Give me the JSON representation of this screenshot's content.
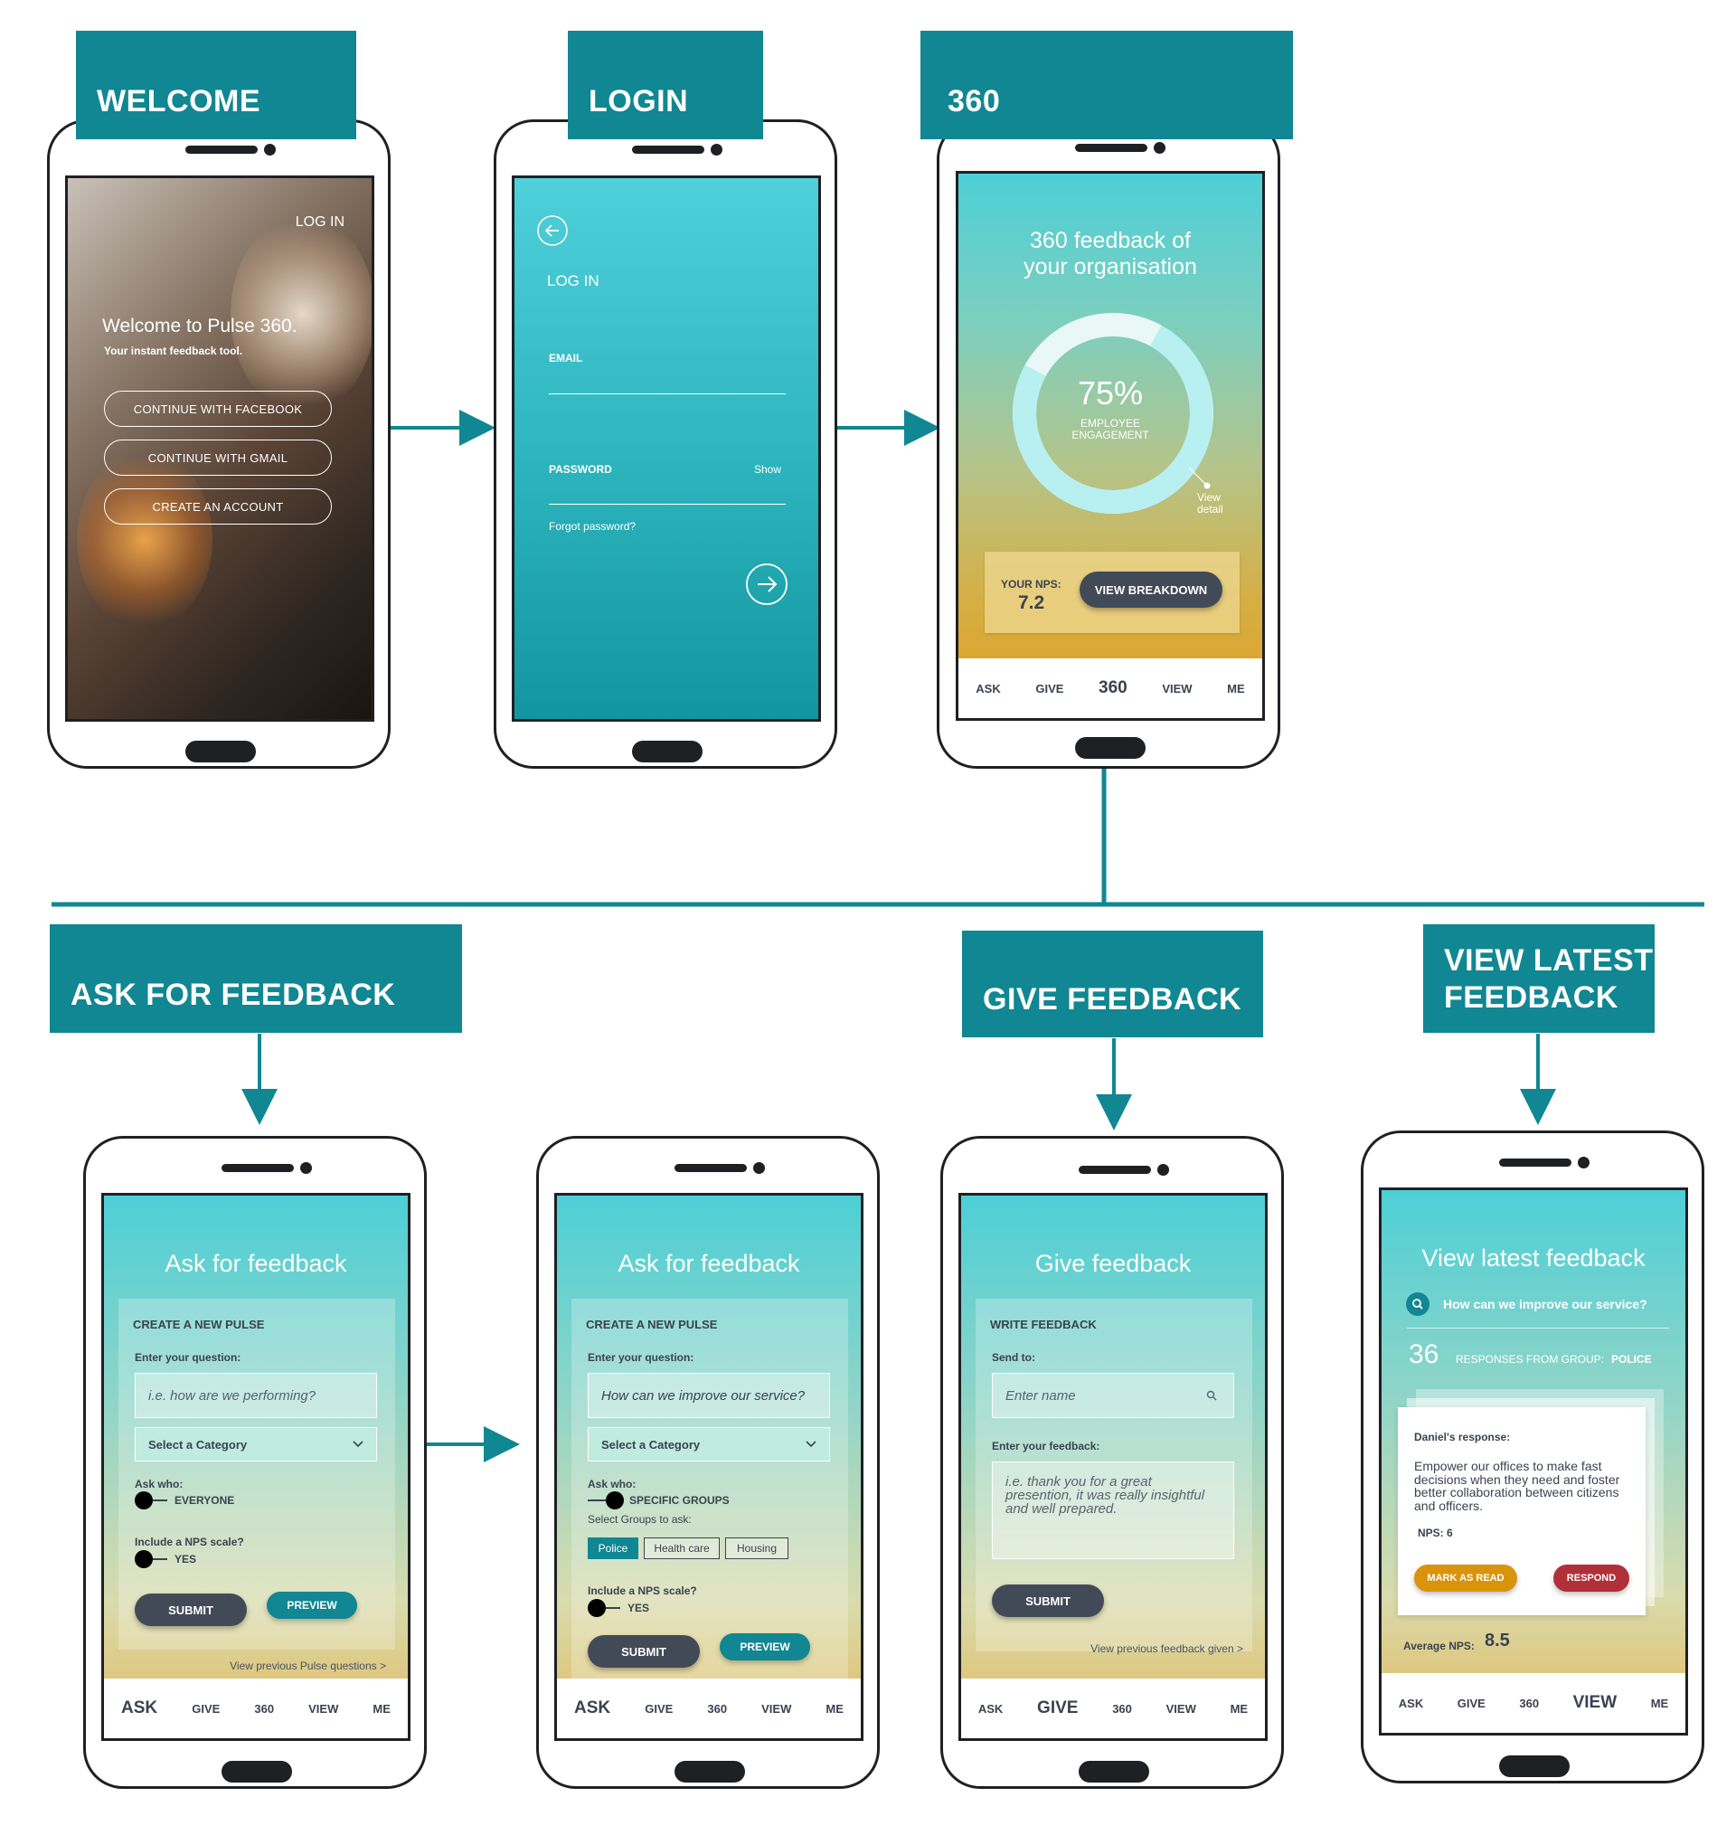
{
  "sections": {
    "welcome": "WELCOME",
    "login": "LOGIN",
    "s360": "360",
    "ask": "ASK FOR FEEDBACK",
    "give": "GIVE FEEDBACK",
    "view_line1": "VIEW LATEST",
    "view_line2": "FEEDBACK"
  },
  "colors": {
    "teal": "#108792",
    "dark_button": "#434a57",
    "mark_read": "#d9940c",
    "respond": "#b0303a"
  },
  "nav": {
    "ask": "ASK",
    "give": "GIVE",
    "s360": "360",
    "view": "VIEW",
    "me": "ME"
  },
  "welcome": {
    "login_link": "LOG IN",
    "title": "Welcome to Pulse 360.",
    "subtitle": "Your instant feedback tool.",
    "facebook": "CONTINUE WITH FACEBOOK",
    "gmail": "CONTINUE WITH GMAIL",
    "create": "CREATE AN ACCOUNT"
  },
  "login": {
    "heading": "LOG IN",
    "email_label": "EMAIL",
    "password_label": "PASSWORD",
    "show": "Show",
    "forgot": "Forgot password?"
  },
  "s360": {
    "title_line1": "360 feedback of",
    "title_line2": "your organisation",
    "percent": "75%",
    "gauge_label_line1": "EMPLOYEE",
    "gauge_label_line2": "ENGAGEMENT",
    "gauge_value": 0.75,
    "view_detail_line1": "View",
    "view_detail_line2": "detail",
    "nps_label": "YOUR NPS:",
    "nps_value": "7.2",
    "breakdown": "VIEW BREAKDOWN"
  },
  "ask1": {
    "title": "Ask for feedback",
    "section": "CREATE A NEW PULSE",
    "question_label": "Enter your question:",
    "question_placeholder": "i.e. how are we performing?",
    "category": "Select a Category",
    "ask_who": "Ask who:",
    "ask_who_value": "EVERYONE",
    "nps_label": "Include a NPS scale?",
    "nps_value": "YES",
    "submit": "SUBMIT",
    "preview": "PREVIEW",
    "previous": "View previous Pulse questions >"
  },
  "ask2": {
    "title": "Ask for feedback",
    "section": "CREATE A NEW PULSE",
    "question_label": "Enter your question:",
    "question_value": "How can we improve our service?",
    "category": "Select a Category",
    "ask_who": "Ask who:",
    "ask_who_value": "SPECIFIC GROUPS",
    "groups_label": "Select Groups to ask:",
    "groups": [
      "Police",
      "Health care",
      "Housing"
    ],
    "nps_label": "Include a NPS scale?",
    "nps_value": "YES",
    "submit": "SUBMIT",
    "preview": "PREVIEW"
  },
  "give": {
    "title": "Give feedback",
    "section": "WRITE FEEDBACK",
    "send_to": "Send to:",
    "name_placeholder": "Enter name",
    "feedback_label": "Enter your feedback:",
    "feedback_placeholder": "i.e. thank you for a great presention, it was really insightful and well prepared.",
    "submit": "SUBMIT",
    "previous": "View previous feedback given >"
  },
  "view": {
    "title": "View latest feedback",
    "question": "How can we improve our service?",
    "count": "36",
    "responses_label": "RESPONSES FROM GROUP:",
    "group": "POLICE",
    "responder": "Daniel's response:",
    "response": "Empower our offices to make fast decisions when they need and foster better collaboration between citizens and officers.",
    "nps": "NPS: 6",
    "mark_read": "MARK AS READ",
    "respond": "RESPOND",
    "avg_label": "Average NPS:",
    "avg_value": "8.5"
  }
}
